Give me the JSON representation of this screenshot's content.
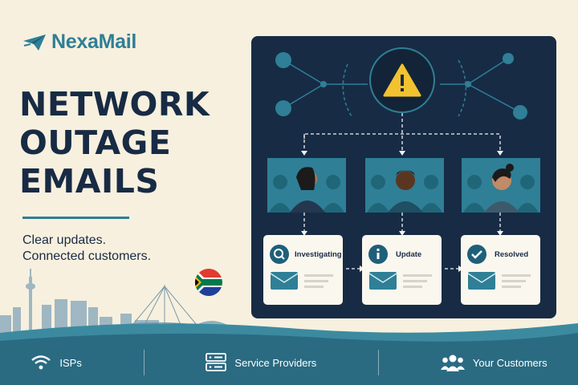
{
  "brand": {
    "name": "NexaMail",
    "icon": "paper-plane-icon"
  },
  "headline": {
    "line1": "NETWORK",
    "line2": "OUTAGE",
    "line3": "EMAILS"
  },
  "tagline": {
    "line1": "Clear updates.",
    "line2": "Connected customers."
  },
  "flag": {
    "icon": "south-africa-flag-icon"
  },
  "diagram": {
    "alert_icon": "warning-icon",
    "cards": [
      {
        "label": "Investigating",
        "icon": "search-icon"
      },
      {
        "label": "Update",
        "icon": "info-icon"
      },
      {
        "label": "Resolved",
        "icon": "check-icon"
      }
    ]
  },
  "footer": {
    "items": [
      {
        "label": "ISPs",
        "icon": "wifi-icon"
      },
      {
        "label": "Service Providers",
        "icon": "server-icon"
      },
      {
        "label": "Your Customers",
        "icon": "people-icon"
      }
    ]
  },
  "colors": {
    "navy": "#182b44",
    "teal": "#2f7f96",
    "panel": "#172b45",
    "cream": "#f7f0df",
    "alert": "#f2c230"
  }
}
